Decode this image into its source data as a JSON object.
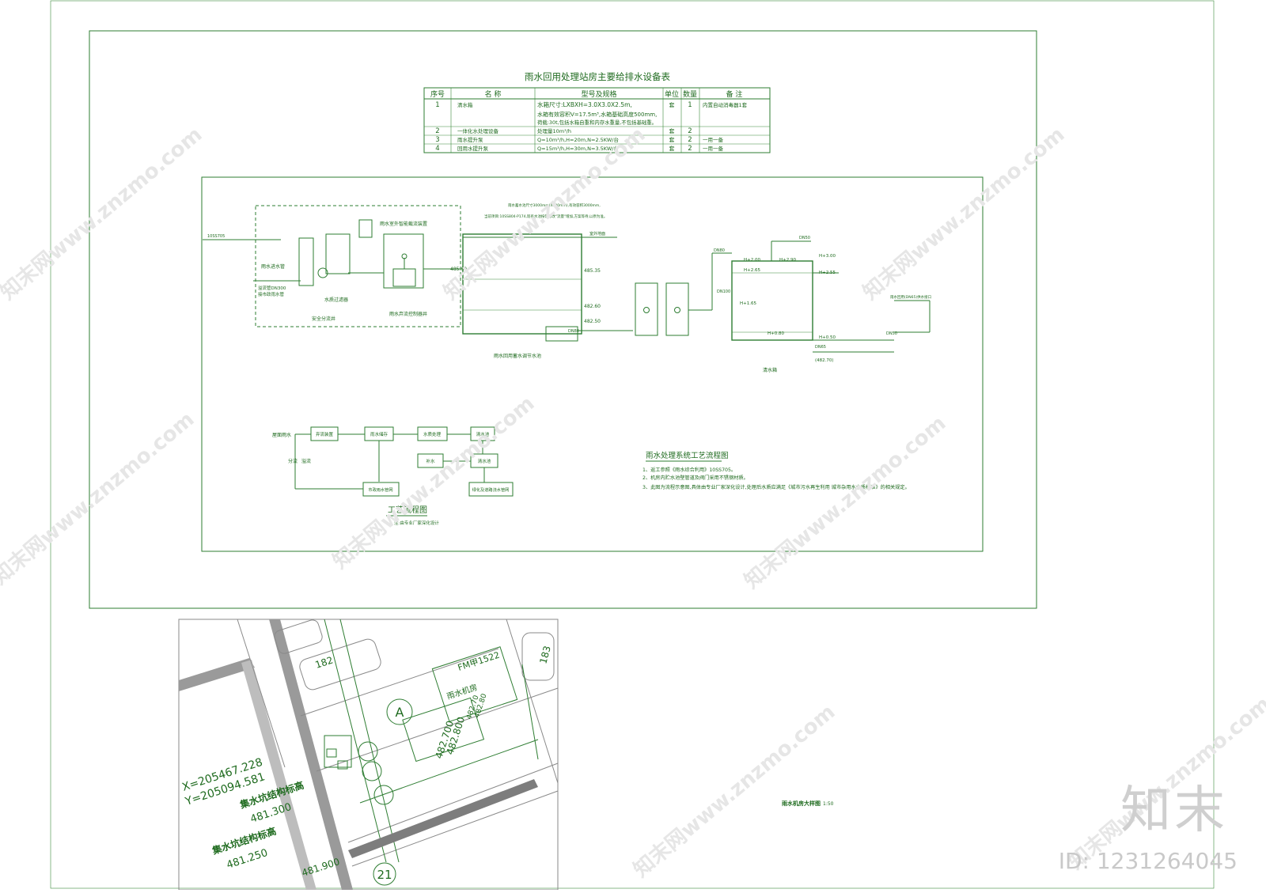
{
  "table": {
    "title": "雨水回用处理站房主要给排水设备表",
    "headers": [
      "序号",
      "名  称",
      "型号及规格",
      "单位",
      "数量",
      "备  注"
    ],
    "rows": [
      {
        "no": "1",
        "name": "清水箱",
        "spec": [
          "水箱尺寸:LXBXH=3.0X3.0X2.5m,",
          "水箱有效容积V=17.5m³,水箱基础高度500mm,",
          "荷载:30t,包括水箱自重和内存水重量,不包括基础重。"
        ],
        "unit": "套",
        "qty": "1",
        "note": "内置自动消毒器1套"
      },
      {
        "no": "2",
        "name": "一体化水处理设备",
        "spec": [
          "处理量10m³/h"
        ],
        "unit": "套",
        "qty": "2",
        "note": ""
      },
      {
        "no": "3",
        "name": "雨水提升泵",
        "spec": [
          "Q=10m³/h,H=20m,N=2.5KW/台"
        ],
        "unit": "套",
        "qty": "2",
        "note": "一用一备"
      },
      {
        "no": "4",
        "name": "回用水提升泵",
        "spec": [
          "Q=15m³/h,H=30m,N=3.5KW/台"
        ],
        "unit": "套",
        "qty": "2",
        "note": "一用一备"
      }
    ]
  },
  "system": {
    "labels": {
      "ref_std": "10SS705",
      "inlet_pipe": "雨水进水管",
      "overflow": "溢流管DN300",
      "overflow2": "接市政雨水管",
      "filter": "水质过滤器",
      "split_well": "安全分流井",
      "control_box": "雨水室外智能截流装置",
      "control_well": "雨水弃流控制器井",
      "tank_caption": "雨水回用蓄水调节水池",
      "tank_note1": "雨水蓄水池尺寸3000mm(X800mm),有效容积3000mm,",
      "tank_note2": "当前项目:10SS804-P174,现有水池按需修改\"流量\"增加,方案等待,以原为准。",
      "ground": "室外地面",
      "dn80": "DN80",
      "dn100": "DN100",
      "dn50": "DN50",
      "dn65": "DN65",
      "clear_tank": "清水箱",
      "reuse_out": "雨水回用(DN65)供水接口",
      "el1": "485.35",
      "el2": "482.60",
      "el3": "482.50",
      "el4": "485.60",
      "el5": "(482.70)",
      "h1": "H+3.00",
      "h2": "H+2.90",
      "h3": "H+2.65",
      "h4": "H+2.55",
      "h5": "H+2.00",
      "h6": "H+1.65",
      "h7": "H+0.80",
      "h8": "H+0.50"
    },
    "caption": "雨水处理系统工艺流程图",
    "notes": [
      "1、返工参照《雨水综合利用》10SS705。",
      "2、机房内贮水池壁管道及阀门采用不锈钢材质。",
      "3、此图为流程示意图,具体由专业厂家深化设计,处理后水质应满足《城市污水再生利用  城市杂用水水质标准》的相关规定。"
    ]
  },
  "flow": {
    "source": "屋面雨水",
    "side1": "分流",
    "side2": "溢流",
    "boxes": [
      "弃流装置",
      "雨水储存",
      "水质处理",
      "清水池",
      "补水",
      "清水池",
      "市政雨水管网",
      "绿化及道路浇水管网"
    ],
    "title": "工艺流程图",
    "subtitle": "注:由专业厂家深化设计"
  },
  "plan": {
    "coord_x": "X=205467.228",
    "coord_y": "Y=205094.581",
    "label_a": "集水坑结构标高",
    "elev_a": "481.300",
    "label_b": "集水坑结构标高",
    "elev_b": "481.250",
    "elev_c": "481.900",
    "elev_d": "482.700",
    "elev_e": "482.800",
    "elev_d2": "482.70",
    "elev_e2": "482.80",
    "door": "FM甲1522",
    "room": "雨水机房",
    "axis_a": "A",
    "axis_21": "21",
    "spot": "182",
    "spot2": "183",
    "title": "雨水机房大样图",
    "scale": "1:50"
  },
  "watermark": {
    "text": "知末网www.znzmo.com",
    "brand": "知末",
    "id": "ID: 1231264045"
  }
}
